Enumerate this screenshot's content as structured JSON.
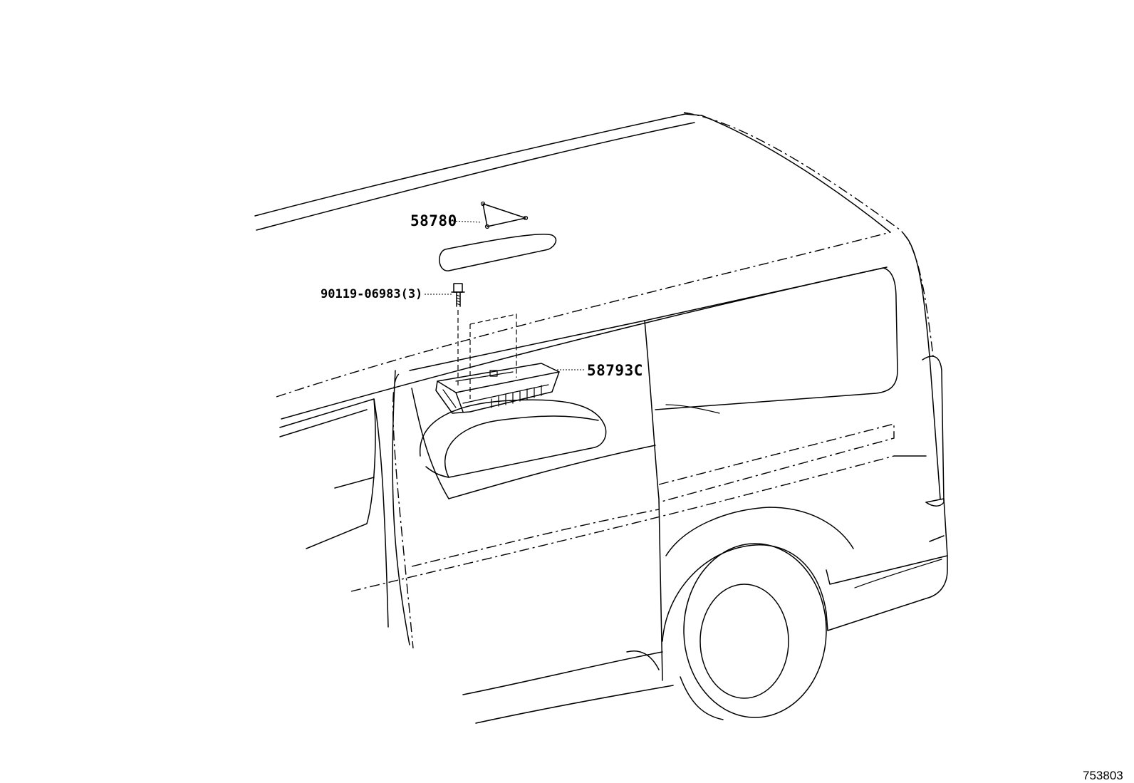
{
  "parts": [
    {
      "number": "58780",
      "name_key": "mat-triangle"
    },
    {
      "number": "90119-06983(3)",
      "name_key": "bolt"
    },
    {
      "number": "58793C",
      "name_key": "tray"
    }
  ],
  "figure_id": "753803"
}
